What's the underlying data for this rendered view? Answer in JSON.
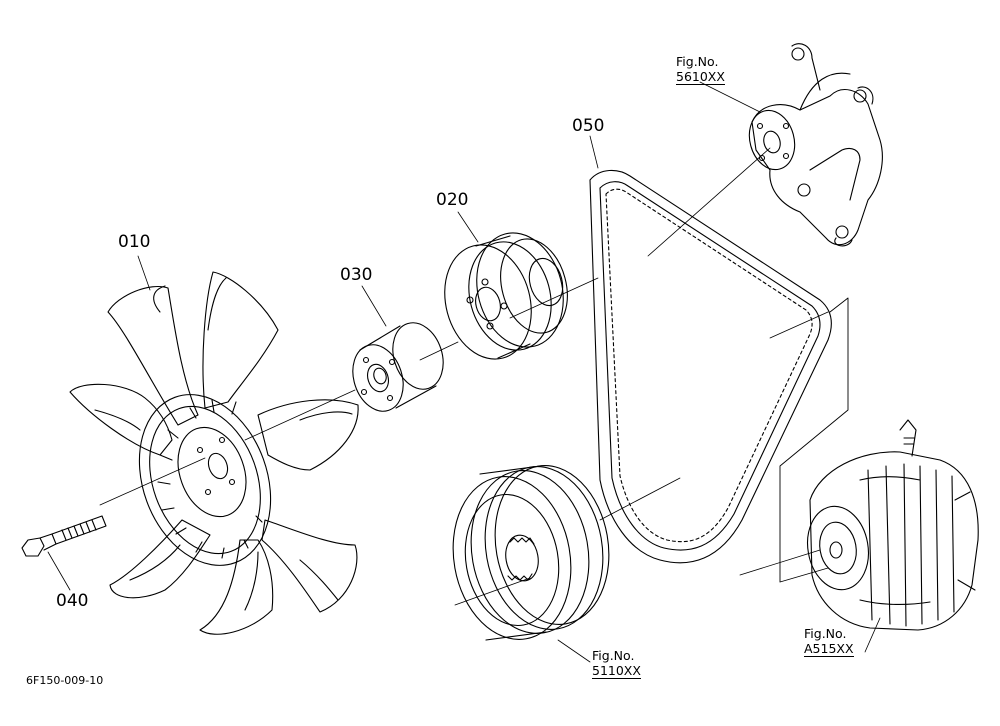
{
  "labels": {
    "p010": "010",
    "p020": "020",
    "p030": "030",
    "p040": "040",
    "p050": "050"
  },
  "refs": {
    "water_pump": {
      "fig": "Fig.No.",
      "num": "5610XX"
    },
    "crank_pulley": {
      "fig": "Fig.No.",
      "num": "5110XX"
    },
    "alternator": {
      "fig": "Fig.No.",
      "num": "A515XX"
    }
  },
  "drawing_code": "6F150-009-10"
}
